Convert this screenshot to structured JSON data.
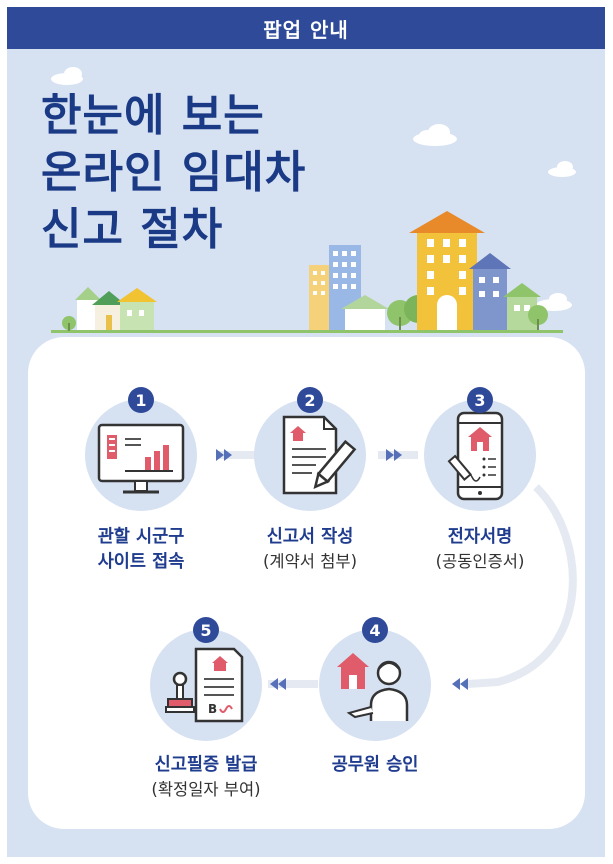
{
  "header": {
    "title": "팝업 안내"
  },
  "main_title": {
    "line1": "한눈에 보는",
    "line2": "온라인 임대차",
    "line3": "신고 절차"
  },
  "steps": [
    {
      "number": "1",
      "label_line1": "관할 시군구",
      "label_line2": "사이트 접속",
      "icon": "computer-monitor-icon"
    },
    {
      "number": "2",
      "label_line1": "신고서 작성",
      "sub": "(계약서 첨부)",
      "icon": "document-pen-icon"
    },
    {
      "number": "3",
      "label_line1": "전자서명",
      "sub": "(공동인증서)",
      "icon": "smartphone-signature-icon"
    },
    {
      "number": "4",
      "label_line1": "공무원 승인",
      "icon": "official-house-icon"
    },
    {
      "number": "5",
      "label_line1": "신고필증 발급",
      "sub": "(확정일자 부여)",
      "icon": "stamp-certificate-icon"
    }
  ],
  "colors": {
    "navy": "#2e4a99",
    "background": "#d6e1f2",
    "accent_red": "#e0485b",
    "card": "#ffffff"
  }
}
